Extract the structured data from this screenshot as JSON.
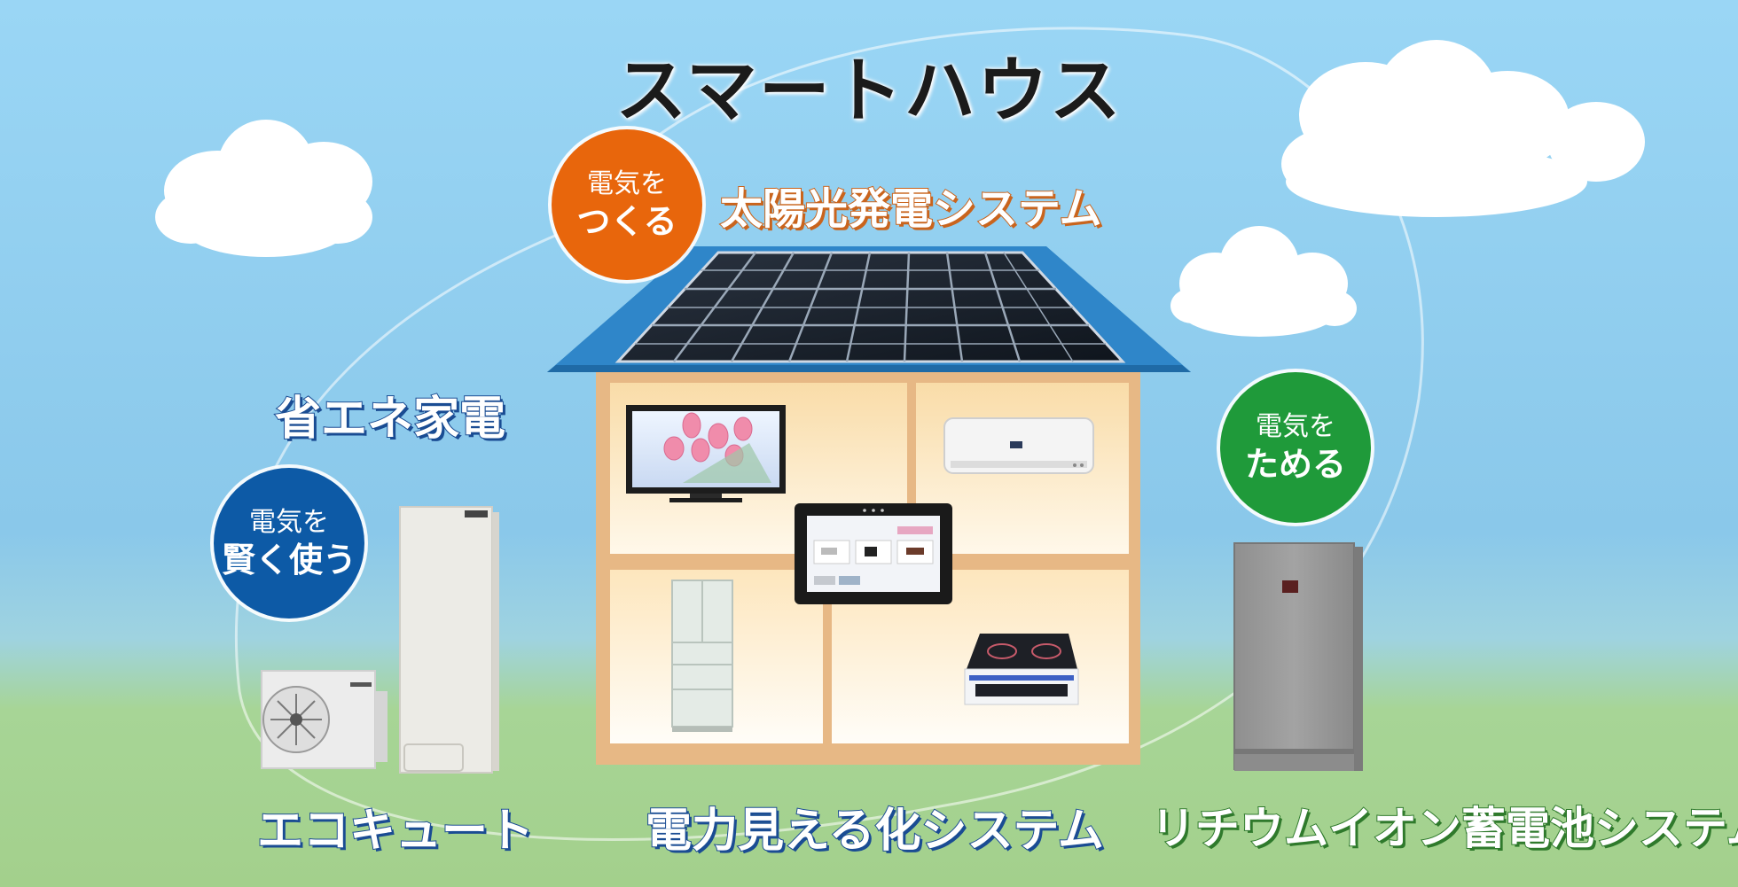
{
  "title": "スマートハウス",
  "badges": {
    "make": {
      "line1": "電気を",
      "line2": "つくる",
      "color": "#e8660c"
    },
    "smart": {
      "line1": "電気を",
      "line2": "賢く使う",
      "color": "#0d5aa6"
    },
    "store": {
      "line1": "電気を",
      "line2": "ためる",
      "color": "#1f9a3a"
    }
  },
  "labels": {
    "solar": "太陽光発電システム",
    "appliances": "省エネ家電",
    "ecocute": "エコキュート",
    "monitor": "電力見える化システム",
    "battery": "リチウムイオン蓄電池システム"
  },
  "colors": {
    "sky_top": "#8fd0f2",
    "grass": "#a6d38f",
    "roof": "#2f86c9",
    "house_wall": "#e7b885"
  }
}
